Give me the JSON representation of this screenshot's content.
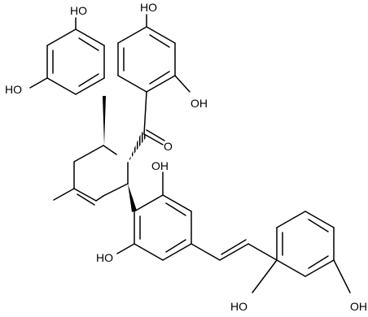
{
  "labels": {
    "oh_top_left": "HO",
    "oh_left_mid": "HO",
    "oh_top_center": "HO",
    "oh_right_upper": "OH",
    "carbonyl_o": "O",
    "oh_center": "OH",
    "oh_lower_left": "HO",
    "oh_bottom_mid": "HO",
    "oh_bottom_right": "OH"
  }
}
